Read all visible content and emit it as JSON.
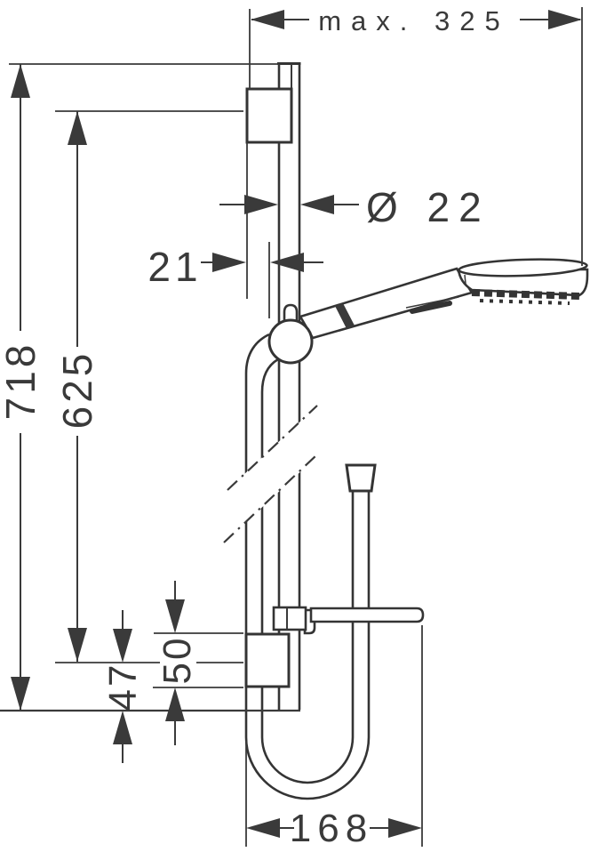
{
  "drawing": {
    "type": "technical-dimension-drawing",
    "subject": "shower rail set with hand shower and hose",
    "colors": {
      "line": "#3a3a3a",
      "background": "#ffffff"
    },
    "dimensions": {
      "max_width": "max. 325",
      "bar_diameter": "Ø 22",
      "wall_offset": "21",
      "total_height": "718",
      "hole_distance": "625",
      "bracket_height": "50",
      "bottom_offset": "47",
      "hose_loop_width": "168"
    }
  }
}
